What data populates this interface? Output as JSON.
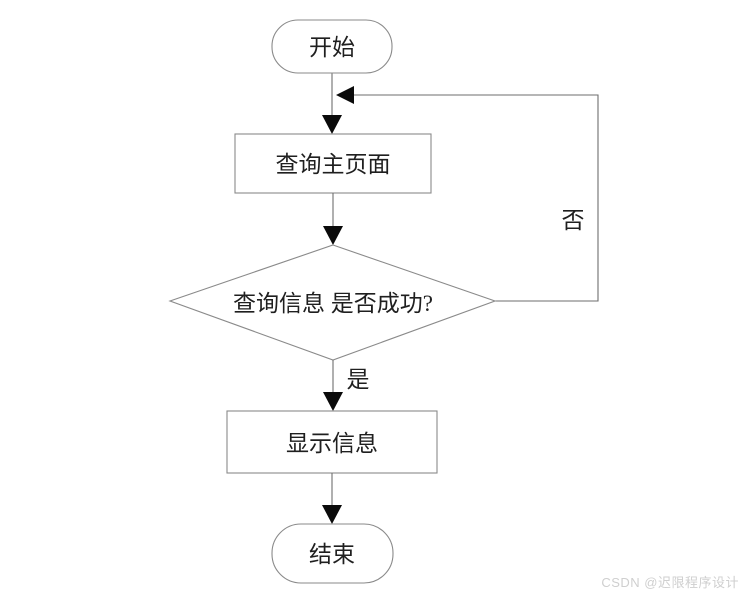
{
  "diagram": {
    "type": "flowchart",
    "nodes": {
      "start": {
        "label": "开始",
        "shape": "terminator"
      },
      "query_main_page": {
        "label": "查询主页面",
        "shape": "process"
      },
      "decision": {
        "label": "查询信息 是否成功?",
        "shape": "decision"
      },
      "display_info": {
        "label": "显示信息",
        "shape": "process"
      },
      "end": {
        "label": "结束",
        "shape": "terminator"
      }
    },
    "edges": [
      {
        "from": "start",
        "to": "query_main_page",
        "label": ""
      },
      {
        "from": "query_main_page",
        "to": "decision",
        "label": ""
      },
      {
        "from": "decision",
        "to": "display_info",
        "label": "是"
      },
      {
        "from": "display_info",
        "to": "end",
        "label": ""
      },
      {
        "from": "decision",
        "to": "query_main_page",
        "label": "否"
      }
    ],
    "colors": {
      "background": "#ffffff",
      "shape_outline": "#8a8a8a",
      "connector": "#6e6e6e",
      "arrowhead": "#0a0a0a",
      "text": "#1f1f1f",
      "watermark": "#cfcfcf"
    }
  },
  "watermark": {
    "text": "CSDN @迟限程序设计"
  }
}
